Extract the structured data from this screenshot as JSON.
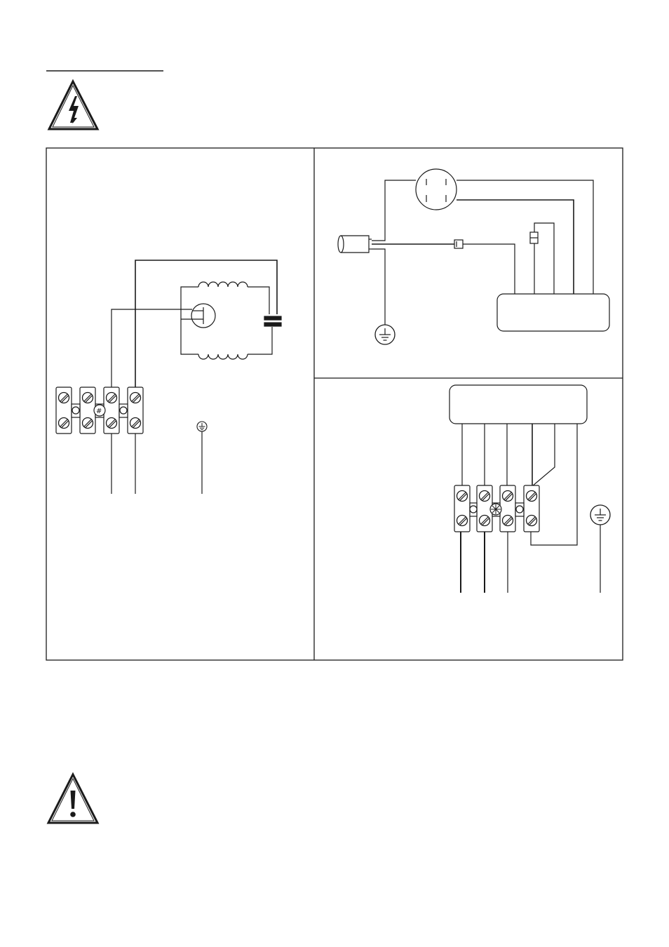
{
  "header": {
    "underline_text": ""
  },
  "icons": {
    "top_warning": "electrical-hazard-icon",
    "bottom_warning": "caution-exclamation-icon",
    "ground": "ground-symbol-icon"
  },
  "colors": {
    "ink": "#1a1a1a",
    "paper": "#ffffff"
  },
  "panels": {
    "left": {
      "name": "motor-wiring-diagram"
    },
    "top_right": {
      "name": "control-wiring-diagram"
    },
    "bottom_right": {
      "name": "terminal-block-wiring-diagram"
    }
  }
}
